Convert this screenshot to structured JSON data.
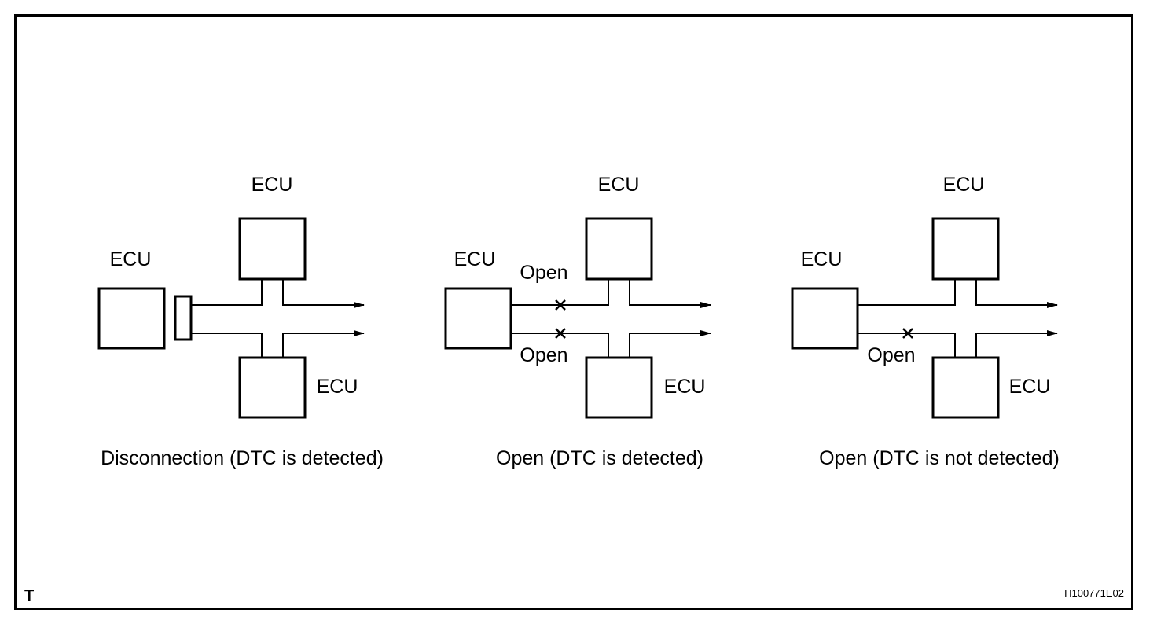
{
  "panels": [
    {
      "caption": "Disconnection (DTC is detected)",
      "labels": {
        "top_ecu": "ECU",
        "left_ecu": "ECU",
        "bottom_ecu": "ECU"
      }
    },
    {
      "caption": "Open (DTC is detected)",
      "labels": {
        "top_ecu": "ECU",
        "left_ecu": "ECU",
        "bottom_ecu": "ECU",
        "open_top": "Open",
        "open_bottom": "Open"
      }
    },
    {
      "caption": "Open (DTC is not detected)",
      "labels": {
        "top_ecu": "ECU",
        "left_ecu": "ECU",
        "bottom_ecu": "ECU",
        "open_bottom": "Open"
      }
    }
  ],
  "corner_mark": "T",
  "figure_code": "H100771E02"
}
